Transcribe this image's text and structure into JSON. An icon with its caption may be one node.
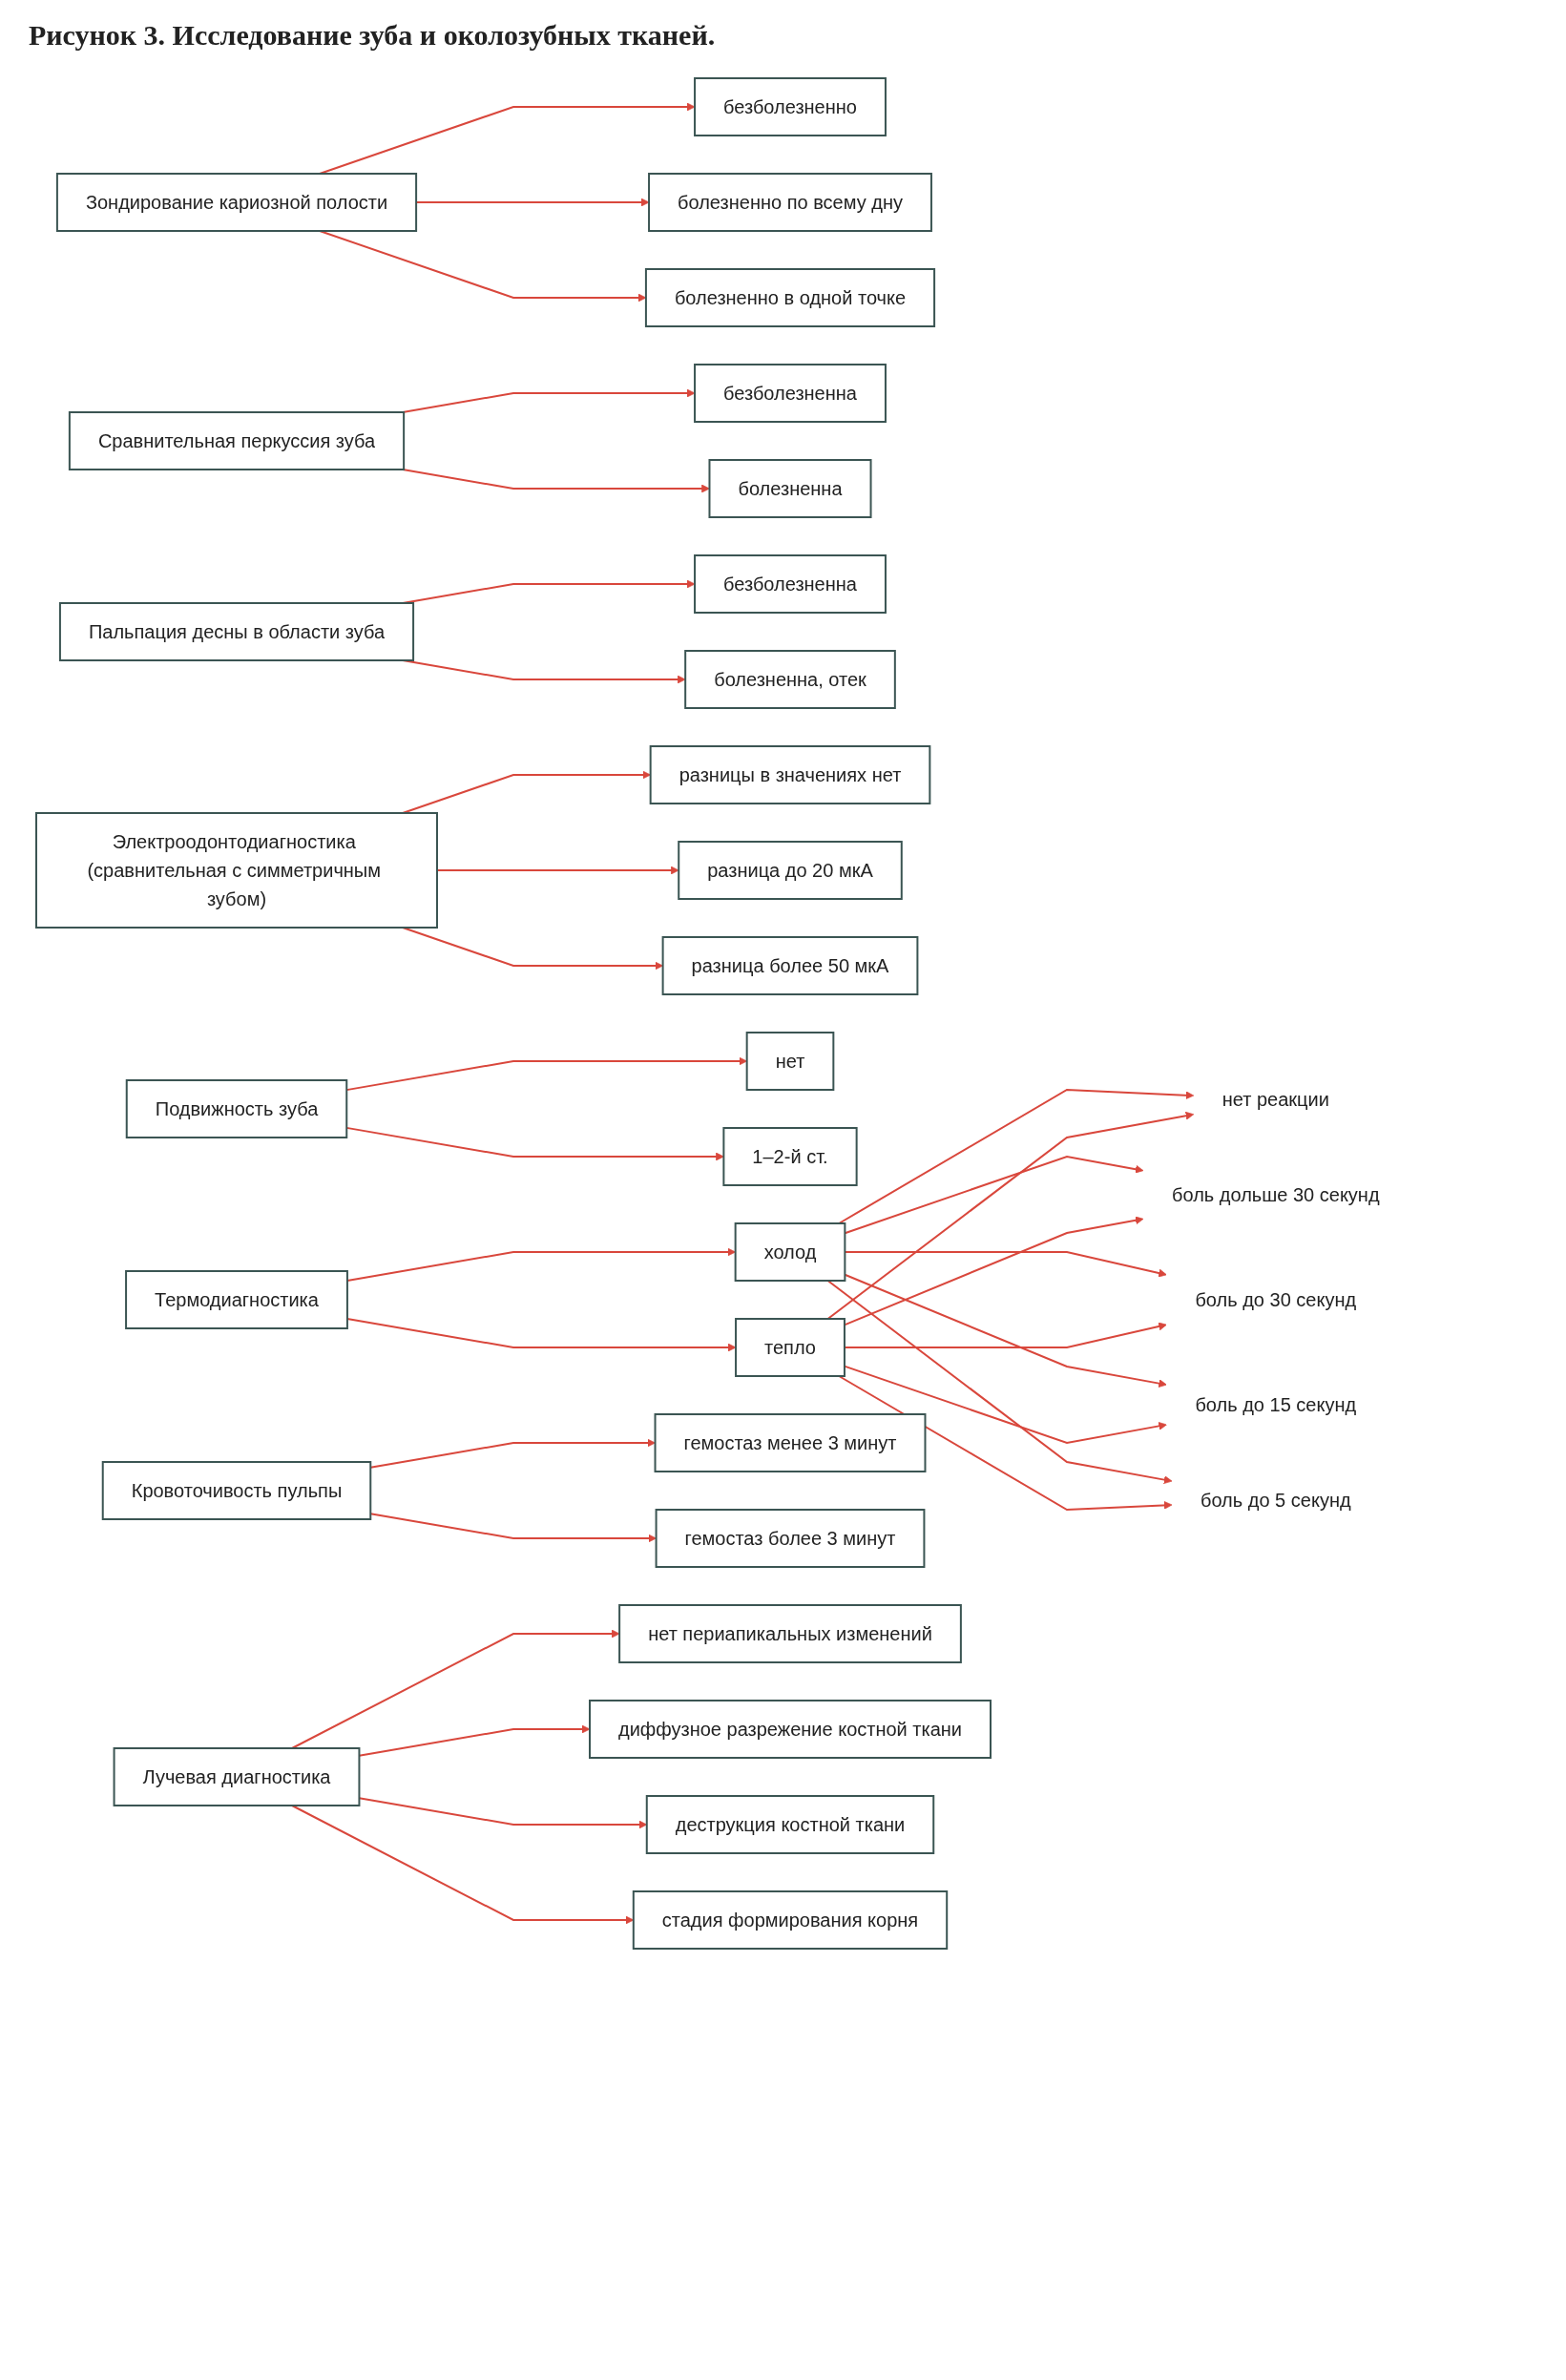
{
  "diagram": {
    "title": "Рисунок 3. Исследование зуба и околозубных тканей.",
    "nodes": [
      {
        "text": [
          "Зондирование кариозной полости"
        ]
      },
      {
        "text": [
          "безболезненно"
        ]
      },
      {
        "text": [
          "болезненно по всему дну"
        ]
      },
      {
        "text": [
          "болезненно в одной точке"
        ]
      },
      {
        "text": [
          "Сравнительная перкуссия зуба"
        ]
      },
      {
        "text": [
          "безболезненна"
        ]
      },
      {
        "text": [
          "болезненна"
        ]
      },
      {
        "text": [
          "Пальпация десны в области зуба"
        ]
      },
      {
        "text": [
          "безболезненна"
        ]
      },
      {
        "text": [
          "болезненна, отек"
        ]
      },
      {
        "text": [
          "Электроодонтодиагностика (сравнительная с симметричным зубом)"
        ]
      },
      {
        "text": [
          "разницы в значениях нет"
        ]
      },
      {
        "text": [
          "разница до 20 мкА"
        ]
      },
      {
        "text": [
          "разница более 50 мкА"
        ]
      },
      {
        "text": [
          "Подвижность зуба"
        ]
      },
      {
        "text": [
          "нет"
        ]
      },
      {
        "text": [
          "1–2-й ст."
        ]
      },
      {
        "text": [
          "Термодиагностика"
        ]
      },
      {
        "text": [
          "холод"
        ]
      },
      {
        "text": [
          "тепло"
        ]
      },
      {
        "text": [
          "Кровоточивость пульпы"
        ]
      },
      {
        "text": [
          "гемостаз менее 3 минут"
        ]
      },
      {
        "text": [
          "гемостаз более 3 минут"
        ]
      },
      {
        "text": [
          "Лучевая диагностика"
        ]
      },
      {
        "text": [
          "нет периапикальных изменений"
        ]
      },
      {
        "text": [
          "диффузное разрежение костной ткани"
        ]
      },
      {
        "text": [
          "деструкция костной ткани"
        ]
      },
      {
        "text": [
          "стадия формирования корня"
        ]
      },
      {
        "text": [
          "нет реакции"
        ]
      },
      {
        "text": [
          "боль дольше 30 секунд"
        ]
      },
      {
        "text": [
          "боль до 30 секунд"
        ]
      },
      {
        "text": [
          "боль до 15 секунд"
        ]
      },
      {
        "text": [
          "боль до 5 секунд"
        ]
      }
    ],
    "edges": [
      {
        "from": 0,
        "to": 1,
        "arrow": "to"
      },
      {
        "from": 0,
        "to": 2,
        "arrow": "to"
      },
      {
        "from": 0,
        "to": 3,
        "arrow": "to"
      },
      {
        "from": 4,
        "to": 5,
        "arrow": "to"
      },
      {
        "from": 4,
        "to": 6,
        "arrow": "to"
      },
      {
        "from": 7,
        "to": 8,
        "arrow": "to"
      },
      {
        "from": 7,
        "to": 9,
        "arrow": "to"
      },
      {
        "from": 10,
        "to": 11,
        "arrow": "to"
      },
      {
        "from": 10,
        "to": 12,
        "arrow": "to"
      },
      {
        "from": 10,
        "to": 13,
        "arrow": "to"
      },
      {
        "from": 14,
        "to": 15,
        "arrow": "to"
      },
      {
        "from": 14,
        "to": 16,
        "arrow": "to"
      },
      {
        "from": 17,
        "to": 18,
        "arrow": "to"
      },
      {
        "from": 17,
        "to": 19,
        "arrow": "to"
      },
      {
        "from": 20,
        "to": 21,
        "arrow": "to"
      },
      {
        "from": 20,
        "to": 22,
        "arrow": "to"
      },
      {
        "from": 23,
        "to": 24,
        "arrow": "to"
      },
      {
        "from": 23,
        "to": 25,
        "arrow": "to"
      },
      {
        "from": 23,
        "to": 26,
        "arrow": "to"
      },
      {
        "from": 23,
        "to": 27,
        "arrow": "to"
      },
      {
        "from": 18,
        "to": 28,
        "arrow": "to"
      },
      {
        "from": 18,
        "to": 29,
        "arrow": "to"
      },
      {
        "from": 18,
        "to": 30,
        "arrow": "to"
      },
      {
        "from": 18,
        "to": 31,
        "arrow": "to"
      },
      {
        "from": 18,
        "to": 32,
        "arrow": "to"
      },
      {
        "from": 19,
        "to": 28,
        "arrow": "to"
      },
      {
        "from": 19,
        "to": 29,
        "arrow": "to"
      },
      {
        "from": 19,
        "to": 30,
        "arrow": "to"
      },
      {
        "from": 19,
        "to": 31,
        "arrow": "to"
      },
      {
        "from": 19,
        "to": 32,
        "arrow": "to"
      }
    ]
  }
}
